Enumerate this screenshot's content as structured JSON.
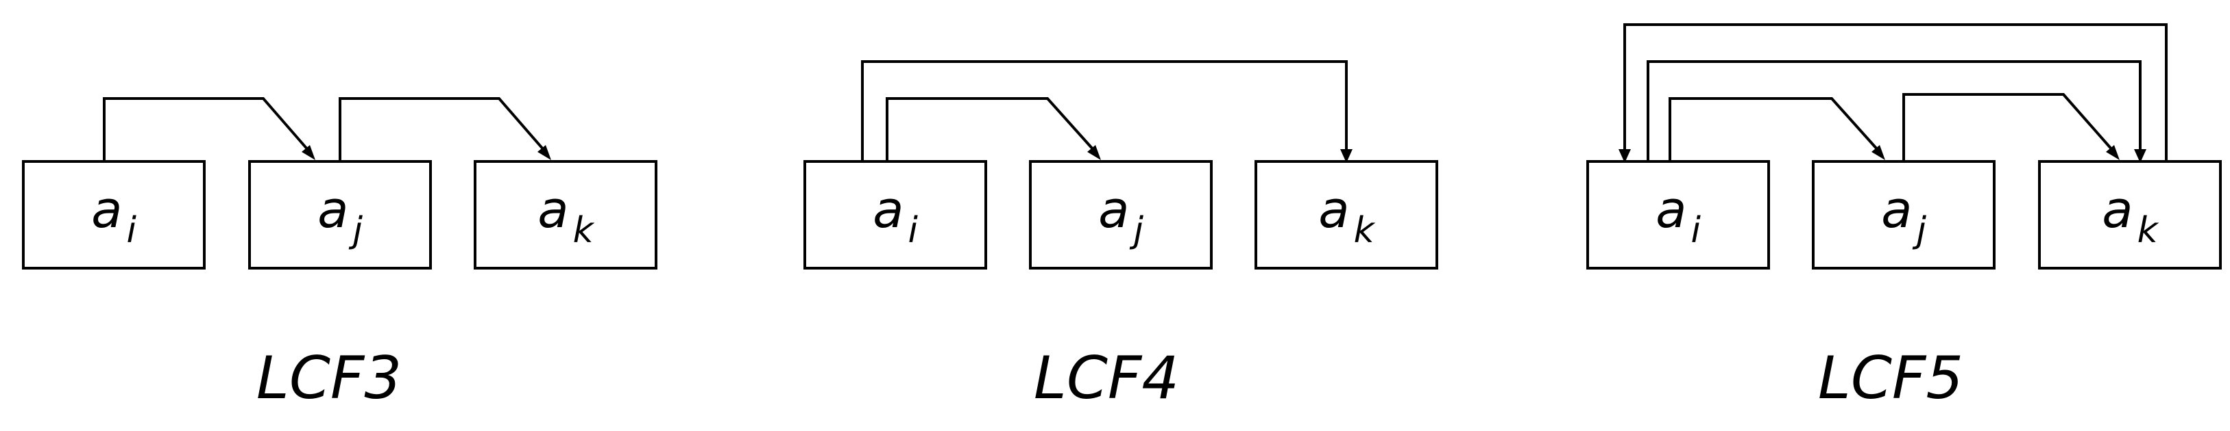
{
  "panels": [
    {
      "caption": "LCF3",
      "boxes": [
        {
          "var": "a",
          "sub": "i"
        },
        {
          "var": "a",
          "sub": "j"
        },
        {
          "var": "a",
          "sub": "k"
        }
      ]
    },
    {
      "caption": "LCF4",
      "boxes": [
        {
          "var": "a",
          "sub": "i"
        },
        {
          "var": "a",
          "sub": "j"
        },
        {
          "var": "a",
          "sub": "k"
        }
      ]
    },
    {
      "caption": "LCF5",
      "boxes": [
        {
          "var": "a",
          "sub": "i"
        },
        {
          "var": "a",
          "sub": "j"
        },
        {
          "var": "a",
          "sub": "k"
        }
      ]
    }
  ]
}
